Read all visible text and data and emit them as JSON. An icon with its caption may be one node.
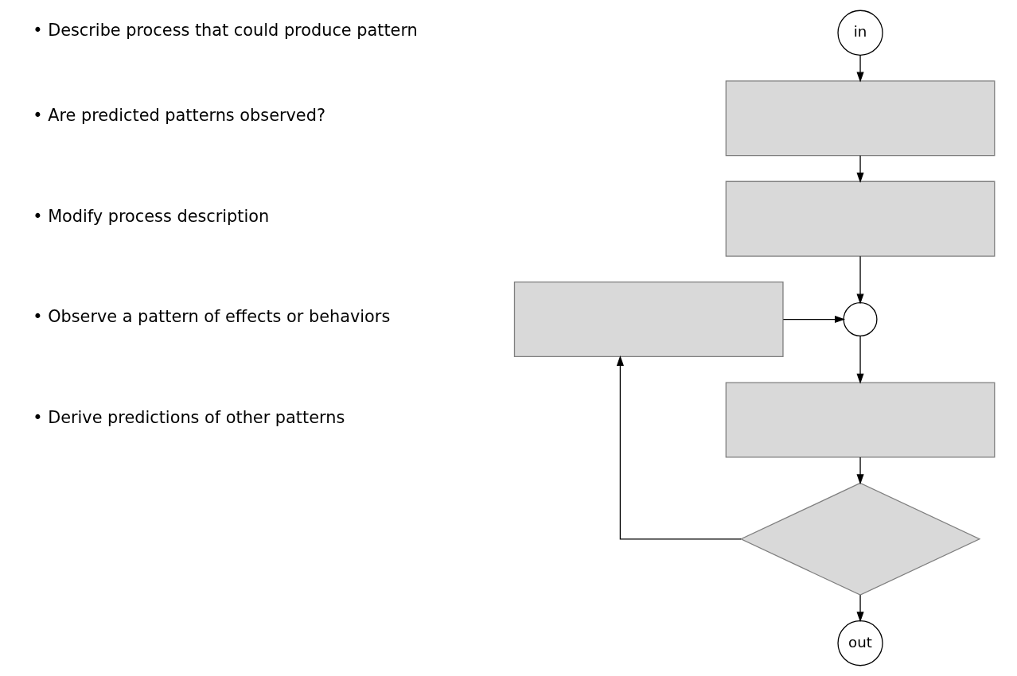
{
  "diagram": {
    "nodes": [
      {
        "text": [
          "in"
        ]
      },
      {
        "text": [],
        "shape": "box"
      },
      {
        "text": [],
        "shape": "box"
      },
      {
        "text": [],
        "shape": "box"
      },
      {
        "text": [],
        "shape": "circle"
      },
      {
        "text": [],
        "shape": "box"
      },
      {
        "text": [],
        "shape": "diamond"
      },
      {
        "text": [
          "out"
        ]
      }
    ],
    "edges": [
      {
        "from": 0,
        "to": 1,
        "arrow": "to"
      },
      {
        "from": 1,
        "to": 2,
        "arrow": "to"
      },
      {
        "from": 2,
        "to": 4,
        "arrow": "to"
      },
      {
        "from": 3,
        "to": 4,
        "arrow": "to"
      },
      {
        "from": 4,
        "to": 5,
        "arrow": "to"
      },
      {
        "from": 5,
        "to": 6,
        "arrow": "to"
      },
      {
        "from": 6,
        "to": 3,
        "arrow": "to"
      },
      {
        "from": 6,
        "to": 7,
        "arrow": "to"
      }
    ],
    "labels": [
      "• Describe process that could produce pattern",
      "• Are predicted patterns observed?",
      "• Modify process description",
      "• Observe a pattern of effects or behaviors",
      "• Derive predictions of other patterns"
    ]
  }
}
